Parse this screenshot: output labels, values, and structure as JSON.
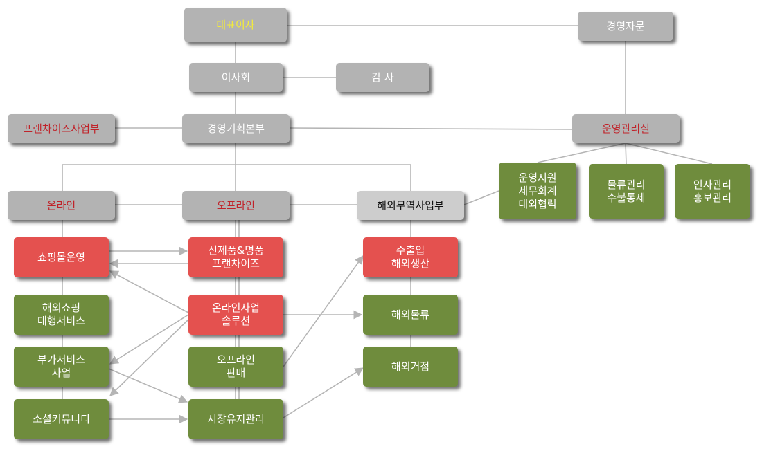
{
  "nodes": {
    "ceo": [
      "대표이사"
    ],
    "advisory": [
      "경영자문"
    ],
    "board": [
      "이사회"
    ],
    "audit": [
      "감 사"
    ],
    "franchise_dept": [
      "프랜차이즈사업부"
    ],
    "planning_hq": [
      "경영기획본부"
    ],
    "ops_office": [
      "운영관리실"
    ],
    "ops_support": [
      "운영지원",
      "세무회계",
      "대외협력"
    ],
    "logistics_mgmt": [
      "물류관리",
      "수불통제"
    ],
    "hr_pr": [
      "인사관리",
      "홍보관리"
    ],
    "online": [
      "온라인"
    ],
    "offline": [
      "오프라인"
    ],
    "overseas_trade": [
      "해외무역사업부"
    ],
    "mall_ops": [
      "쇼핑몰운영"
    ],
    "new_luxury_franchise": [
      "신제품&명품",
      "프랜차이즈"
    ],
    "import_export": [
      "수출입",
      "해외생산"
    ],
    "overseas_shopping": [
      "해외쇼핑",
      "대행서비스"
    ],
    "online_solution": [
      "온라인사업",
      "솔루션"
    ],
    "overseas_logistics": [
      "해외물류"
    ],
    "value_added": [
      "부가서비스",
      "사업"
    ],
    "offline_sales": [
      "오프라인",
      "판매"
    ],
    "overseas_base": [
      "해외거점"
    ],
    "social_community": [
      "소셜커뮤니티"
    ],
    "market_maintenance": [
      "시장유지관리"
    ]
  },
  "colors": {
    "gray_box": "#b3b3b3",
    "light_gray_box": "#cdcdcd",
    "red_box": "#e4514f",
    "green_box": "#6f8c3d",
    "red_text": "#c0232a",
    "yellow_text": "#f3ec3a",
    "line": "#b5b5b5"
  }
}
